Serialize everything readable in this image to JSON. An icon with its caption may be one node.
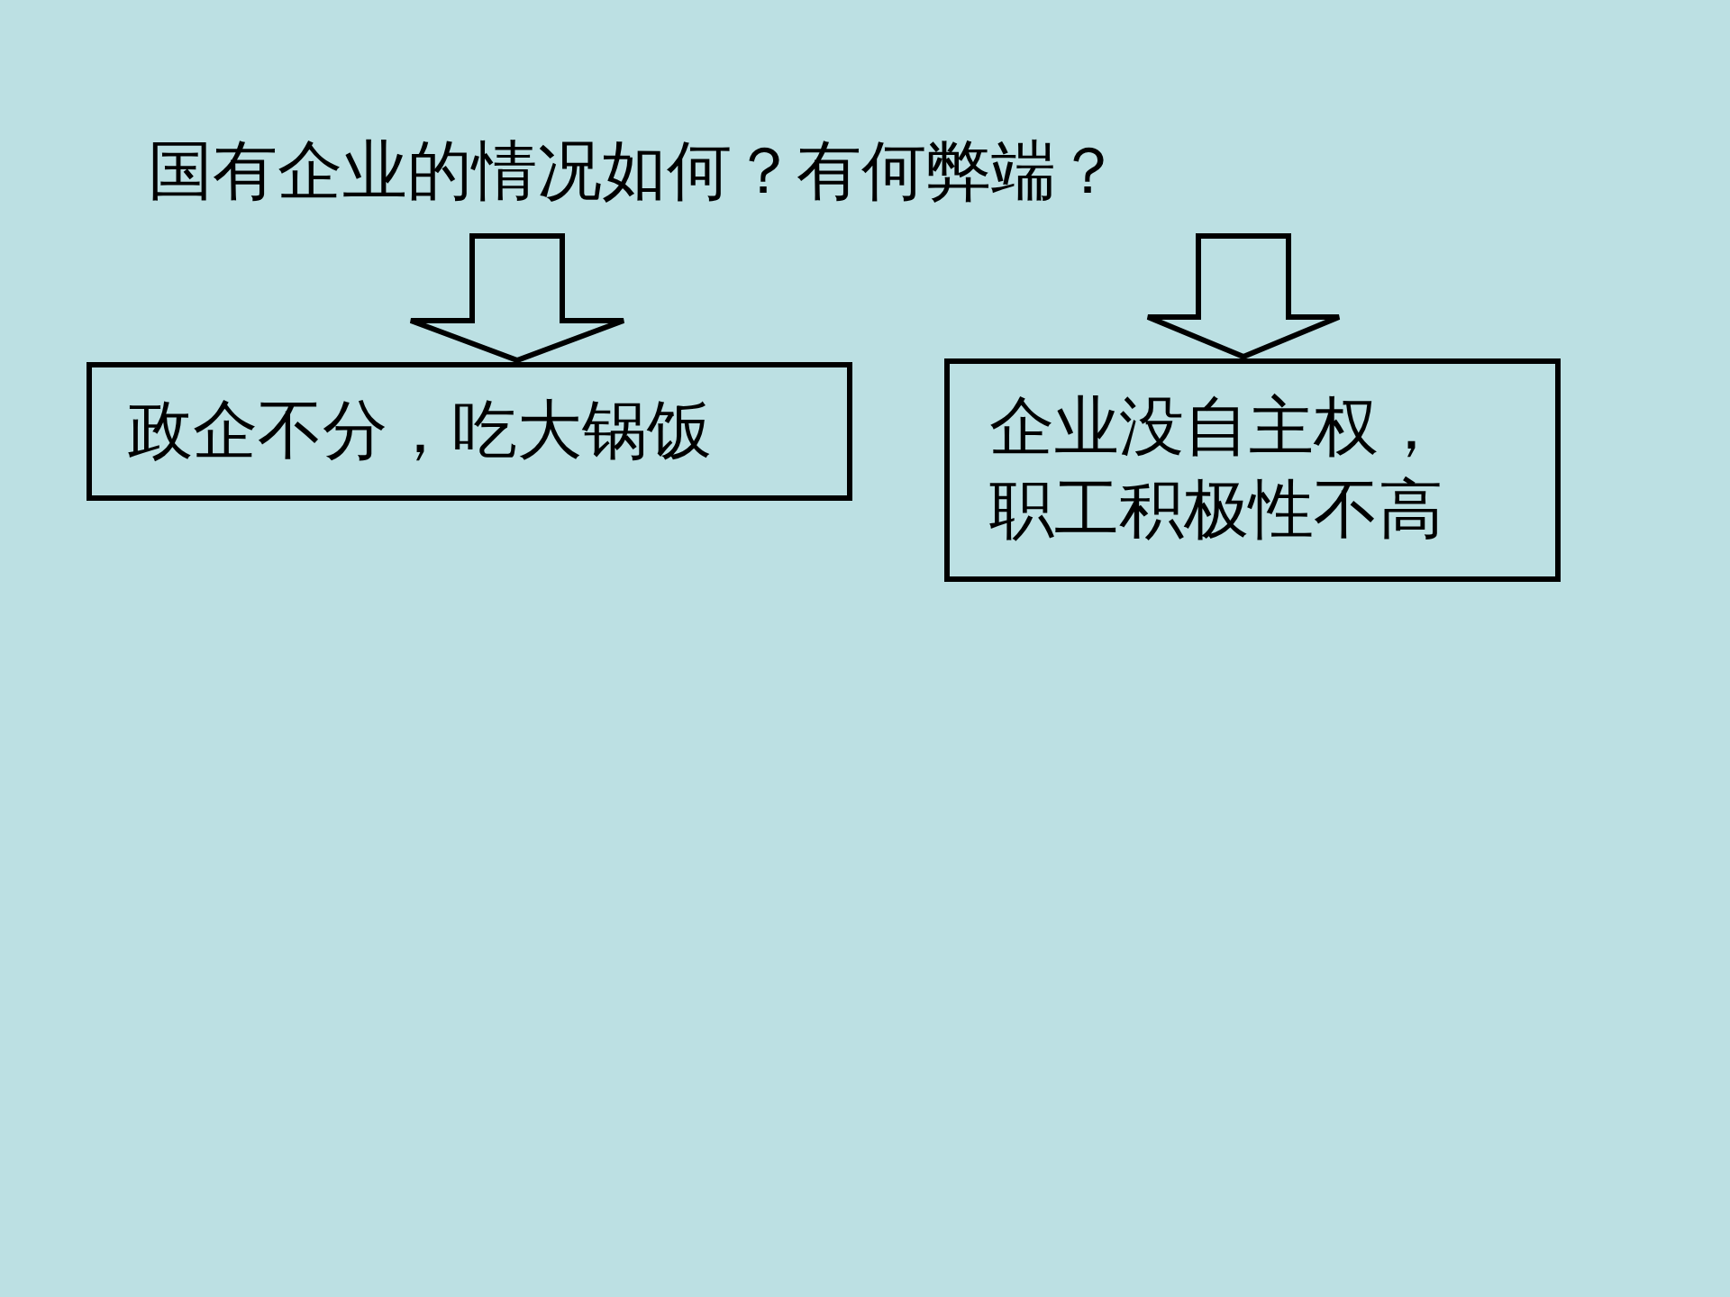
{
  "diagram": {
    "nodes": [
      {
        "text": [
          "国有企业的情况如何？有何弊端？"
        ]
      },
      {
        "text": [
          "政企不分，吃大锅饭"
        ]
      },
      {
        "text": [
          "企业没自主权，职工积极性不高"
        ]
      }
    ],
    "edges": [
      {
        "from": 0,
        "to": 1,
        "arrow": "to"
      },
      {
        "from": 0,
        "to": 2,
        "arrow": "to"
      }
    ]
  }
}
